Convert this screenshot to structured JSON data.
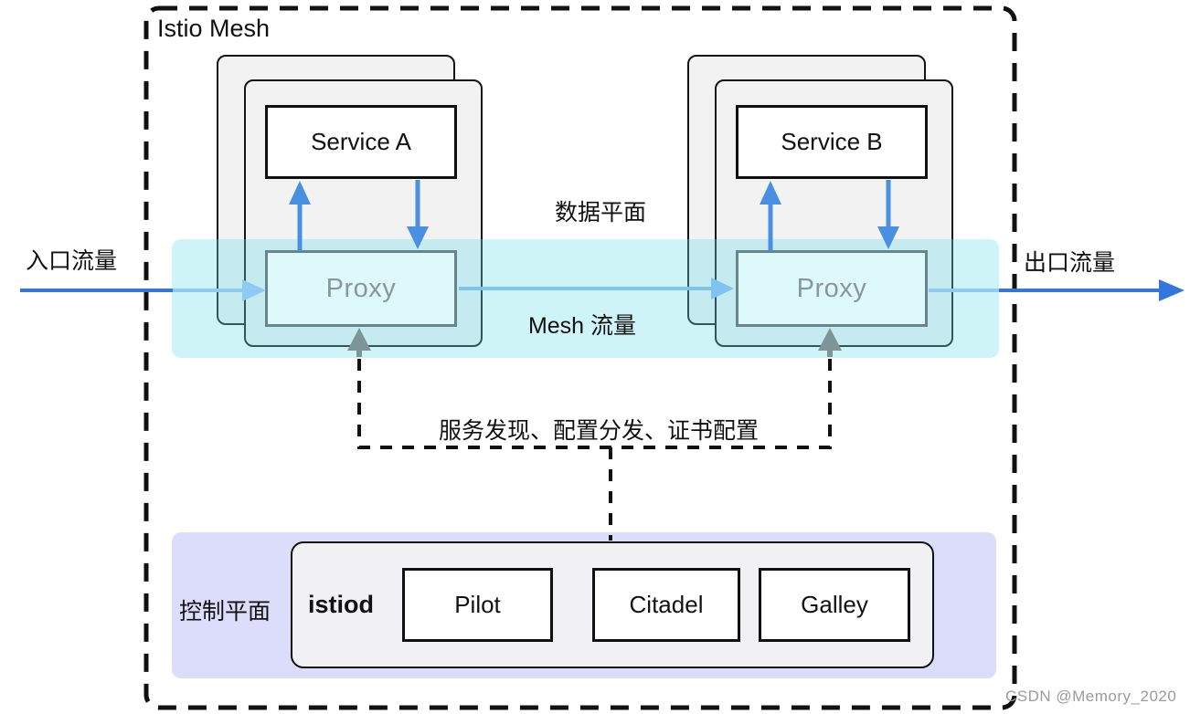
{
  "diagram": {
    "title": "Istio Mesh",
    "labels": {
      "ingress": "入口流量",
      "egress": "出口流量",
      "data_plane": "数据平面",
      "mesh_traffic": "Mesh 流量",
      "control_link": "服务发现、配置分发、证书配置",
      "control_plane": "控制平面"
    },
    "workloads": [
      {
        "service": "Service A",
        "proxy": "Proxy"
      },
      {
        "service": "Service B",
        "proxy": "Proxy"
      }
    ],
    "istiod": {
      "label": "istiod",
      "components": [
        "Pilot",
        "Citadel",
        "Galley"
      ]
    },
    "watermark": "CSDN @Memory_2020",
    "colors": {
      "traffic_blue_dark": "#3377de",
      "traffic_blue_light": "#8fcaf3",
      "mesh_arrow_blue": "#7fc3f0",
      "service_arrow_blue": "#4a90e2",
      "proxy_border_slate": "#67868c",
      "proxy_text_gray": "#87989d",
      "control_arrow_gray": "#7d9599",
      "data_plane_band": "#d2f5f8",
      "control_plane_band": "#dcddfa",
      "card_gray": "#f2f2f3",
      "outline_black": "#111111",
      "watermark_gray": "#9b9b9b"
    }
  }
}
